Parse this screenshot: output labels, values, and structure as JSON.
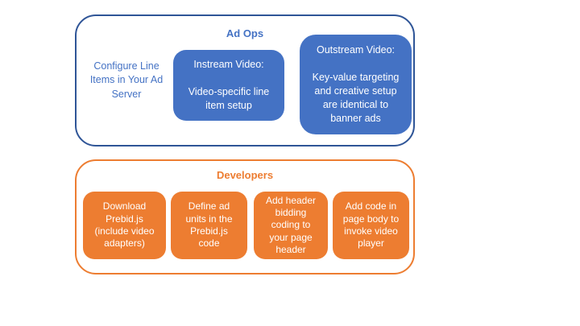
{
  "colors": {
    "blue": "#4472C4",
    "blue_dark": "#2F5597",
    "orange": "#ED7D31",
    "box_text": "#FFFFFF",
    "background": "#FFFFFF"
  },
  "ad_ops": {
    "title": "Ad Ops",
    "side_note": "Configure Line\nItems in Your Ad\nServer",
    "boxes": [
      "Instream Video:\n\nVideo-specific line\nitem setup",
      "Outstream Video:\n\nKey-value targeting\nand creative setup\nare identical to\nbanner ads"
    ]
  },
  "developers": {
    "title": "Developers",
    "boxes": [
      "Download\nPrebid.js\n(include video\nadapters)",
      "Define ad\nunits in the\nPrebid.js\ncode",
      "Add header\nbidding\ncoding to\nyour page\nheader",
      "Add code in\npage body to\ninvoke video\nplayer"
    ]
  }
}
